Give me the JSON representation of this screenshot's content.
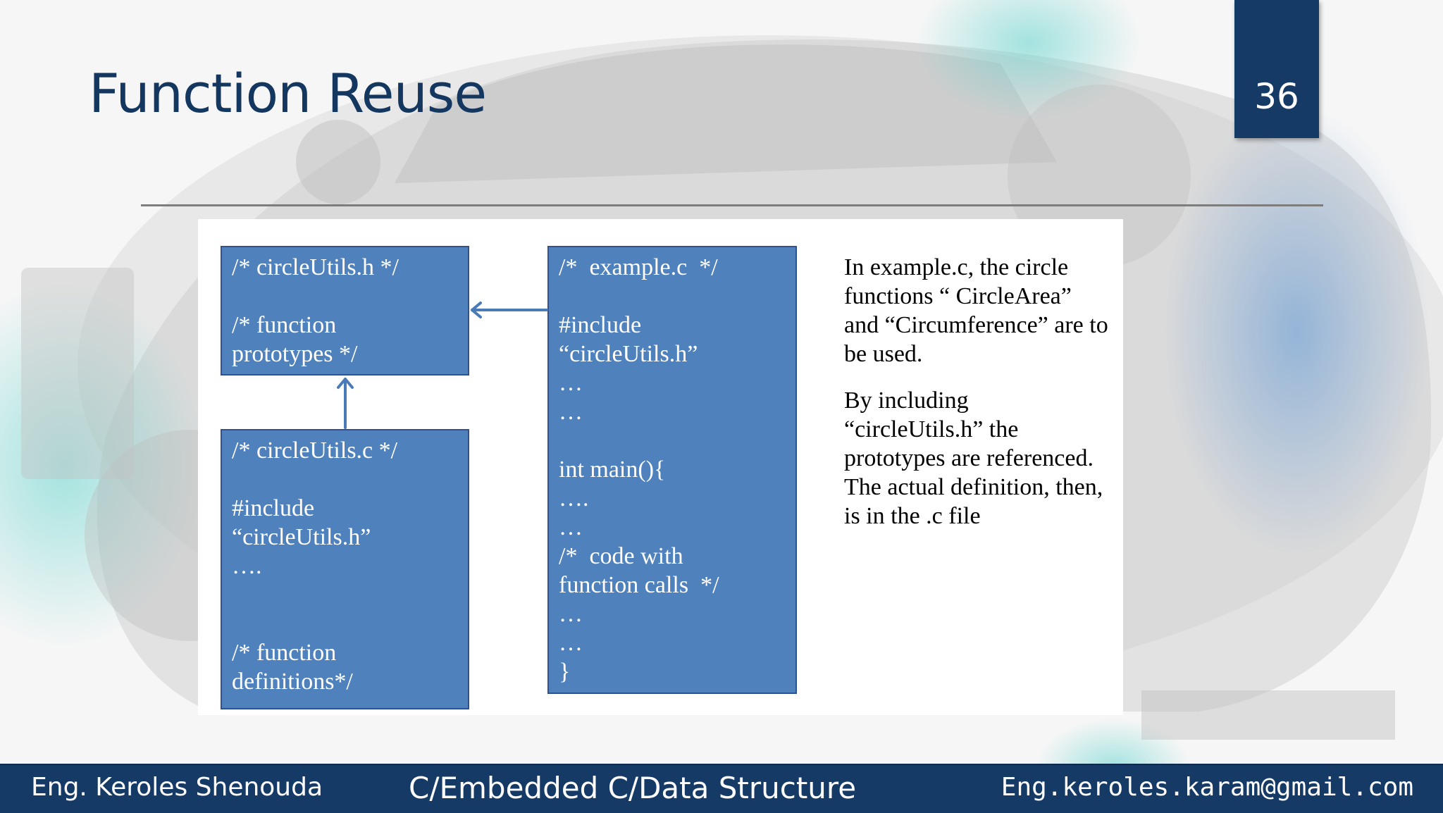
{
  "slide": {
    "title": "Function Reuse",
    "page_number": "36"
  },
  "diagram": {
    "header_box": [
      "/* circleUtils.h */",
      "",
      "/* function",
      "prototypes */"
    ],
    "source_box": [
      "/* circleUtils.c */",
      "",
      "#include",
      "“circleUtils.h”",
      "….",
      "",
      "",
      "/* function",
      "definitions*/"
    ],
    "example_box": [
      "/*  example.c  */",
      "",
      "#include",
      "“circleUtils.h”",
      "…",
      "…",
      "",
      "int main(){",
      "….",
      "…",
      "/*  code with",
      "function calls  */",
      "…",
      "…",
      "}"
    ],
    "explanation": [
      "In example.c, the circle functions “ CircleArea” and “Circumference” are to be used.",
      "By including “circleUtils.h” the prototypes are referenced. The actual definition, then, is in the .c file"
    ]
  },
  "footer": {
    "author": "Eng. Keroles Shenouda",
    "course": "C/Embedded C/Data Structure",
    "email": "Eng.keroles.karam@gmail.com"
  },
  "colors": {
    "title": "#14375f",
    "accent_navy": "#163a66",
    "code_box_fill": "#4f81bd",
    "code_box_border": "#2f528f"
  }
}
